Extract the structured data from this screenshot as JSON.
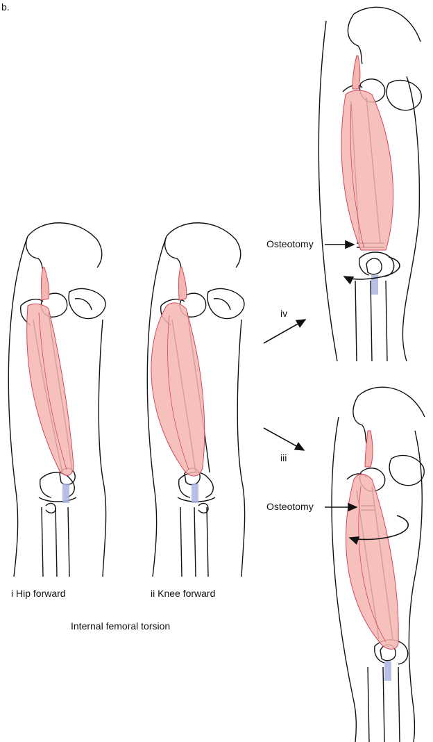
{
  "figure": {
    "part_label": "b.",
    "caption_i": "i  Hip forward",
    "caption_ii": "ii  Knee forward",
    "title": "Internal femoral torsion",
    "arrow_label_iv": "iv",
    "arrow_label_iii": "iii",
    "osteotomy_label_top": "Osteotomy",
    "osteotomy_label_bottom": "Osteotomy"
  },
  "colors": {
    "muscle_fill": "#f4b6b0",
    "muscle_stroke": "#d9455a",
    "tendon": "#aab4e0",
    "outline": "#111111"
  }
}
